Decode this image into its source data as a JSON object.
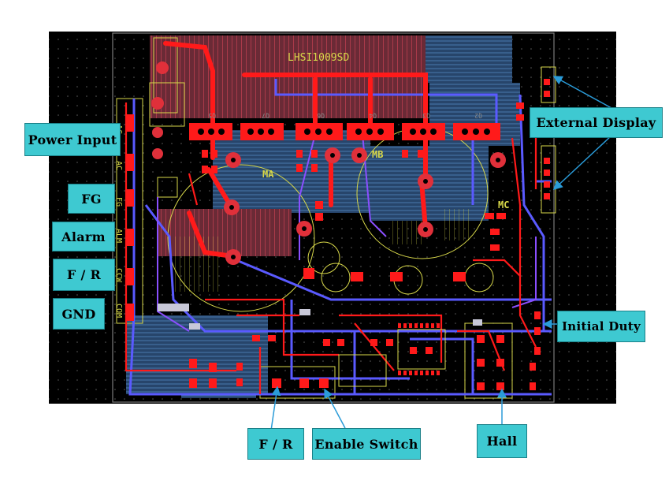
{
  "board": {
    "part_number": "LHSI1009SD",
    "silkscreen": {
      "pins": [
        "AC",
        "AC",
        "FG",
        "ALM",
        "CCW",
        "COM"
      ],
      "motor_labels": [
        "MA",
        "MB",
        "MC"
      ],
      "transistor_labels": [
        "Q5",
        "Q7",
        "Q6",
        "Q4",
        "Q3",
        "Q2"
      ]
    }
  },
  "callouts": {
    "power_input": "Power Input",
    "fg": "FG",
    "alarm": "Alarm",
    "fr_left": "F / R",
    "gnd": "GND",
    "external_display": "External Display",
    "initial_duty": "Initial Duty",
    "fr_bottom": "F / R",
    "enable_switch": "Enable Switch",
    "hall": "Hall"
  },
  "colors": {
    "callout_fill": "#3ec9d1",
    "arrow": "#2a9bd8",
    "board_bg": "#000000",
    "trace_top": "#ff1a1a",
    "trace_bottom": "#5a5aff",
    "silkscreen": "#d8d84a"
  }
}
